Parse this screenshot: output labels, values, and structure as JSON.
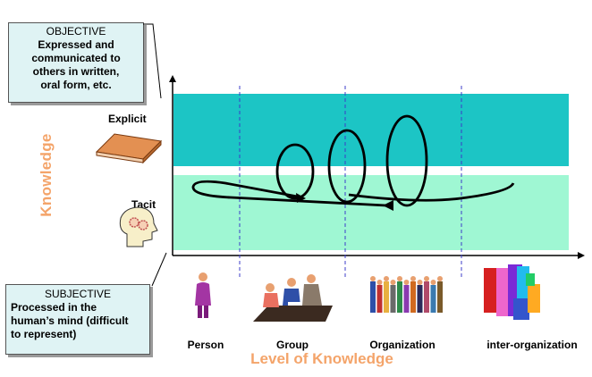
{
  "objective": {
    "heading": "OBJECTIVE",
    "lines": [
      "Expressed and",
      "communicated to",
      "others in written,",
      "oral form, etc."
    ]
  },
  "subjective": {
    "heading": "SUBJECTIVE",
    "lines": [
      "Processed in the",
      "human’s mind (difficult",
      "to represent)"
    ]
  },
  "knowledge_types": {
    "explicit": "Explicit",
    "tacit": "Tacit"
  },
  "axes": {
    "y_label": "Knowledge",
    "x_label": "Level of Knowledge"
  },
  "levels": [
    "Person",
    "Group",
    "Organization",
    "inter-organization"
  ],
  "colors": {
    "explicit_band": "#1cc5c5",
    "tacit_band": "#9ff7d3",
    "axis_label": "#f4a46a",
    "divider": "#3c3cc8",
    "box_fill": "#dff3f4"
  },
  "icons": {
    "explicit": "book-icon",
    "tacit": "head-gears-icon",
    "person": "person-icon",
    "group": "meeting-group-icon",
    "organization": "crowd-icon",
    "inter_organization": "buildings-icon"
  }
}
